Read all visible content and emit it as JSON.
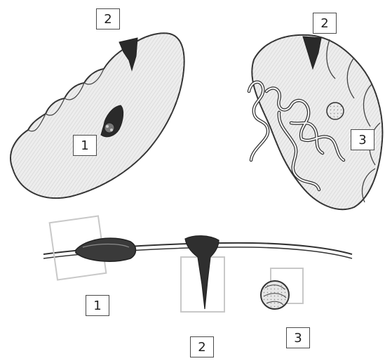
{
  "labels": {
    "spleen_1": "1",
    "spleen_2": "2",
    "kidney_2": "2",
    "kidney_3": "3",
    "sequence_1": "1",
    "sequence_2": "2",
    "sequence_3": "3"
  },
  "colors": {
    "outline": "#333333",
    "lesion": "#2a2a2a",
    "highlight_box": "#c8c8c8",
    "background": "#ffffff"
  }
}
